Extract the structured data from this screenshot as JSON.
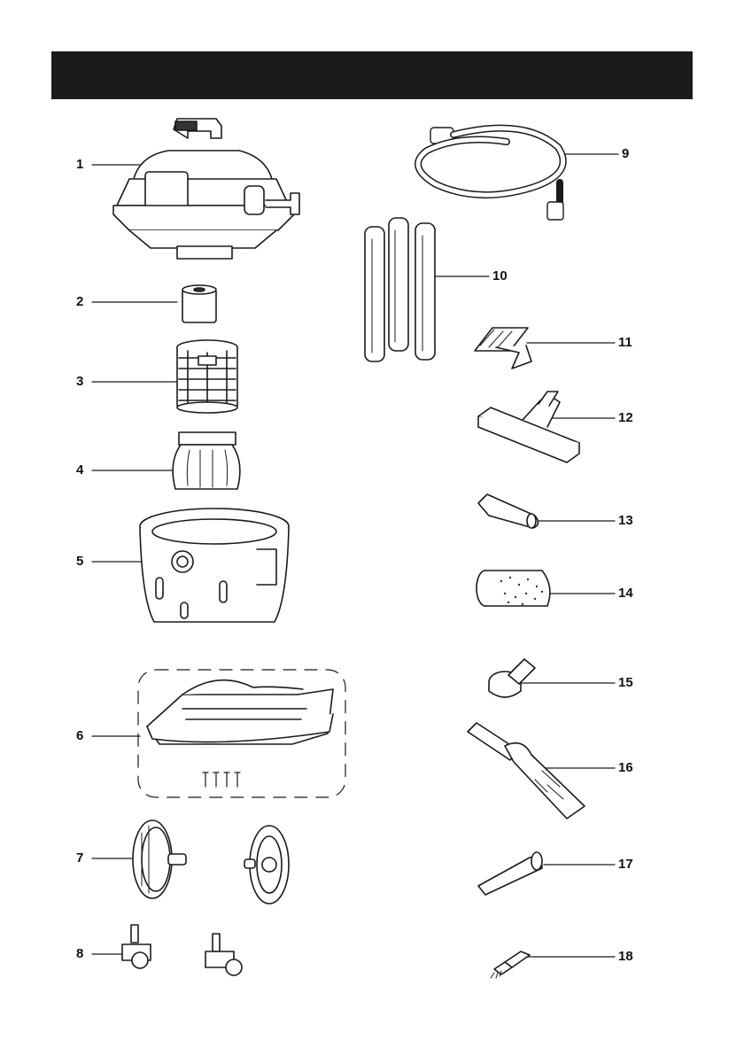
{
  "header": {
    "title": ""
  },
  "parts": {
    "p1": "1",
    "p2": "2",
    "p3": "3",
    "p4": "4",
    "p5": "5",
    "p6": "6",
    "p7": "7",
    "p8": "8",
    "p9": "9",
    "p10": "10",
    "p11": "11",
    "p12": "12",
    "p13": "13",
    "p14": "14",
    "p15": "15",
    "p16": "16",
    "p17": "17",
    "p18": "18"
  },
  "illustrations": {
    "p1": "motor-head",
    "p2": "foam-sleeve",
    "p3": "cartridge-filter",
    "p4": "filter-bag",
    "p5": "collection-tank",
    "p6": "caster-base-with-screws",
    "p7": "rear-wheels",
    "p8": "front-casters",
    "p9": "hose",
    "p10": "extension-wands",
    "p11": "utility-nozzle",
    "p12": "floor-nozzle",
    "p13": "crevice-tool",
    "p14": "foam-sleeve-tool",
    "p15": "round-brush",
    "p16": "squeegee-crevice-tool",
    "p17": "tapered-nozzle",
    "p18": "small-brush"
  }
}
